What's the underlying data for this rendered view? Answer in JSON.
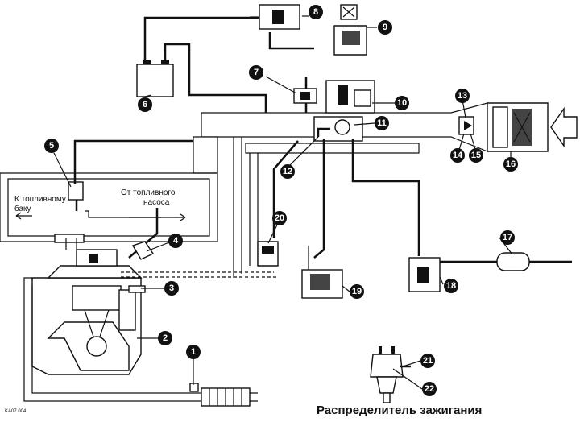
{
  "callouts": [
    "1",
    "2",
    "3",
    "4",
    "5",
    "6",
    "7",
    "8",
    "9",
    "10",
    "11",
    "12",
    "13",
    "14",
    "15",
    "16",
    "17",
    "18",
    "19",
    "20",
    "21",
    "22"
  ],
  "labels": {
    "to_fuel_tank_line1": "К топливному",
    "to_fuel_tank_line2": "баку",
    "from_fuel_pump_line1": "От топливного",
    "from_fuel_pump_line2": "насоса",
    "distributor_caption": "Распределитель зажигания",
    "figure_code": "KA07 004"
  }
}
